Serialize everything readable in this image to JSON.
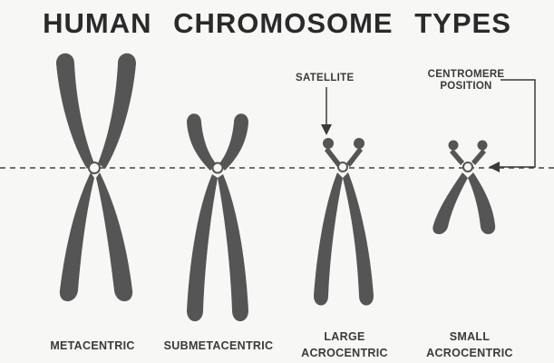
{
  "title": "HUMAN CHROMOSOME TYPES",
  "colors": {
    "chromosome": "#555555",
    "background": "#f7f7f5",
    "text": "#3a3a3a"
  },
  "callouts": {
    "satellite": "SATELLITE",
    "centromere_line1": "CENTROMERE",
    "centromere_line2": "POSITION"
  },
  "types": [
    {
      "label_line1": "METACENTRIC",
      "label_line2": ""
    },
    {
      "label_line1": "SUBMETACENTRIC",
      "label_line2": ""
    },
    {
      "label_line1": "LARGE",
      "label_line2": "ACROCENTRIC"
    },
    {
      "label_line1": "SMALL",
      "label_line2": "ACROCENTRIC"
    }
  ]
}
